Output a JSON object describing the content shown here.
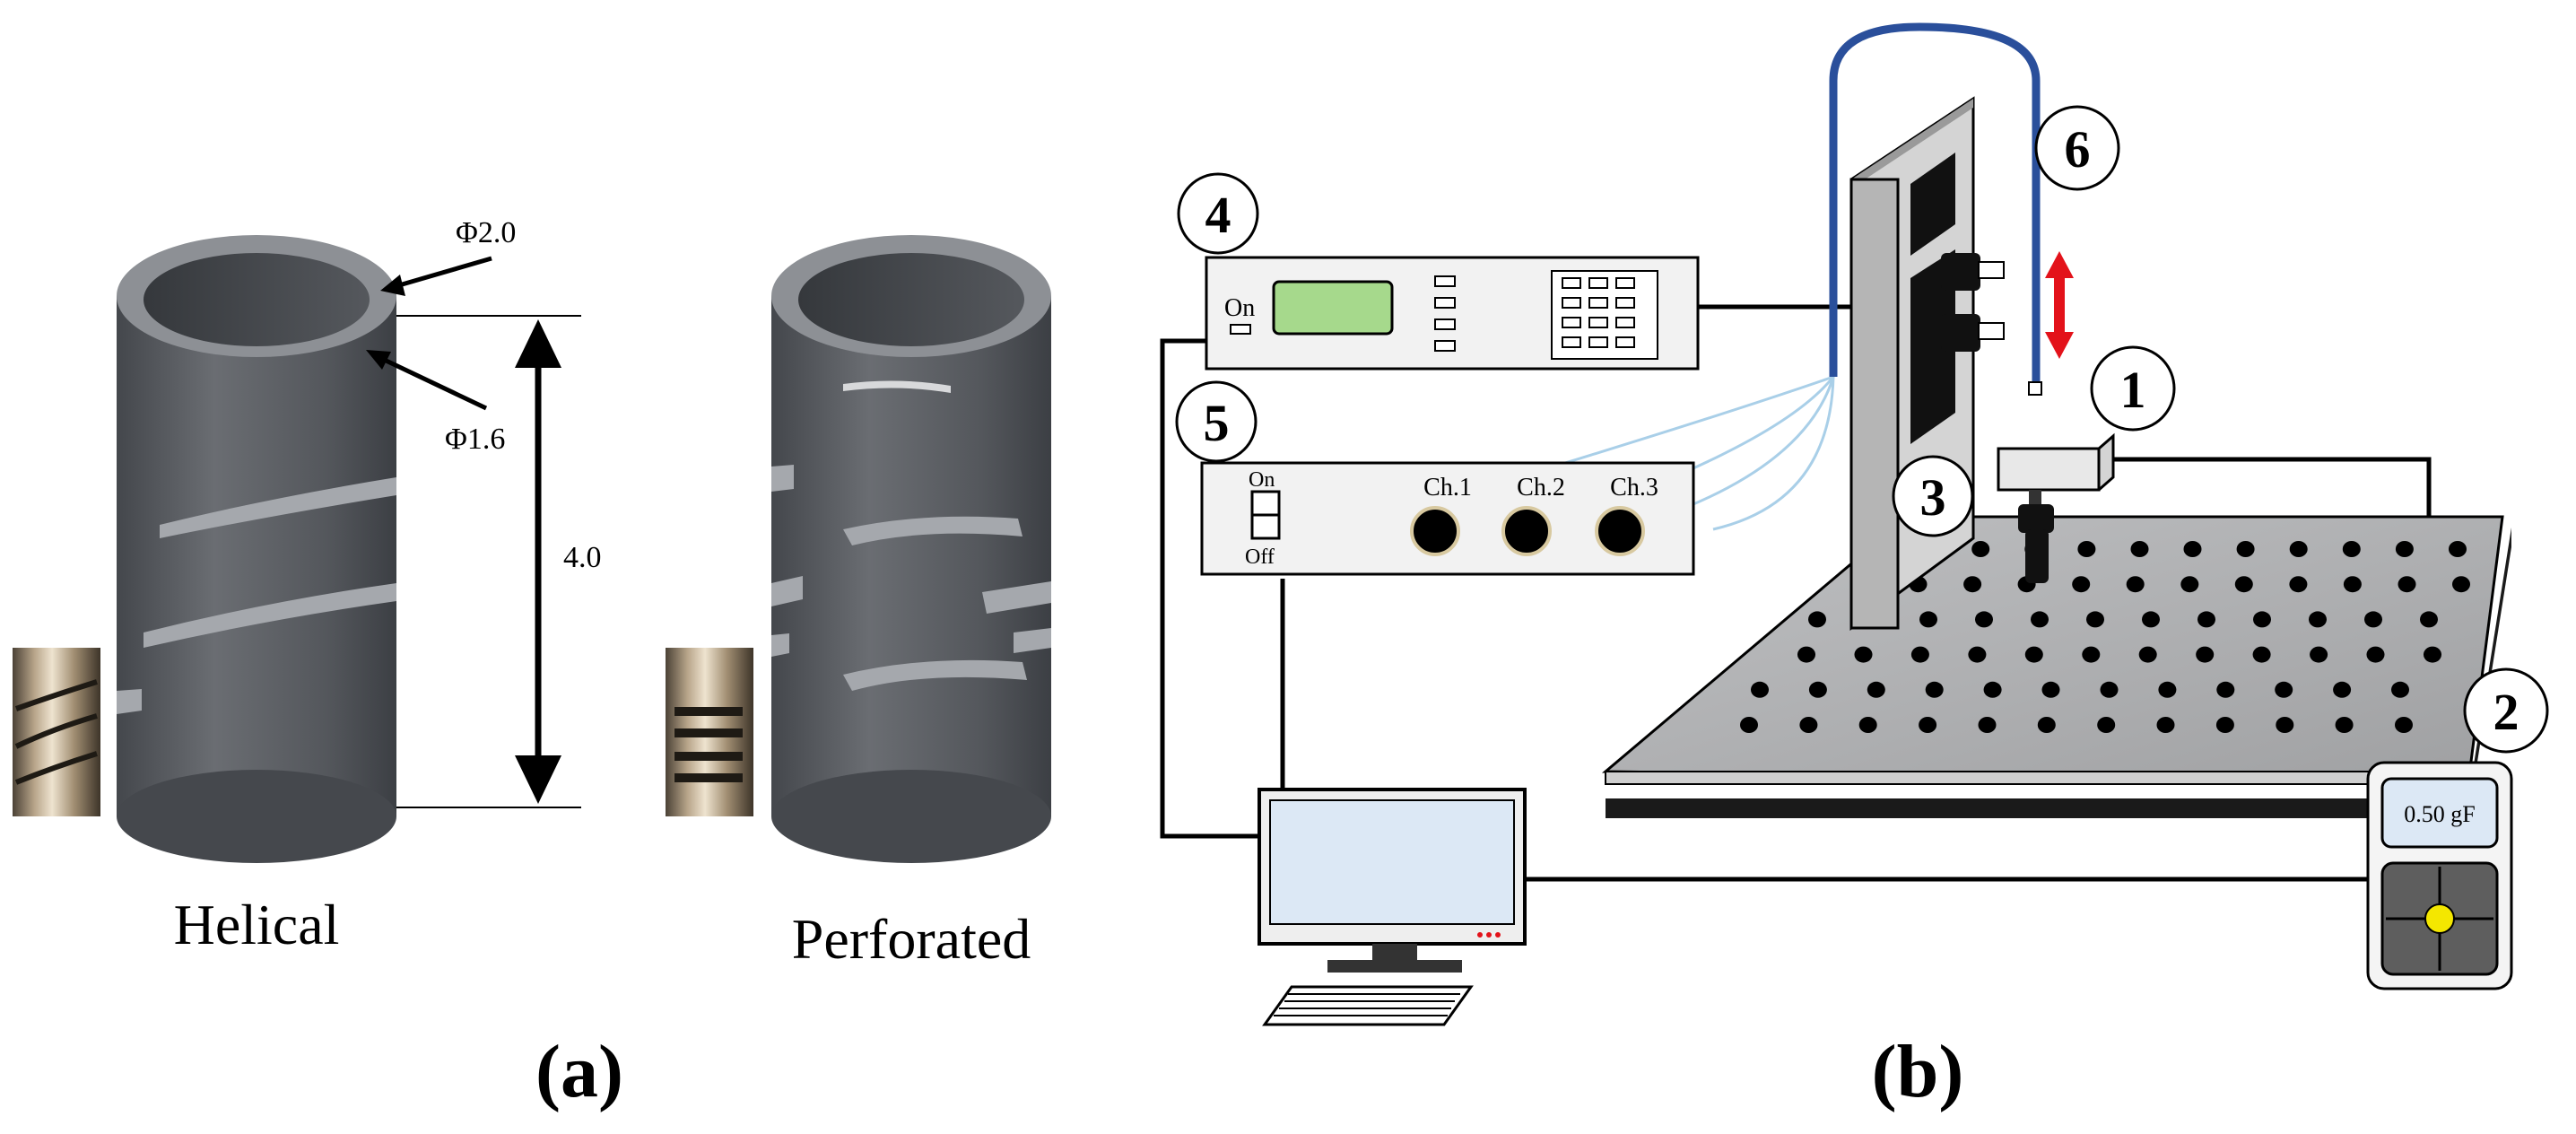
{
  "panel_a": {
    "dim_outer": "Φ2.0",
    "dim_inner": "Φ1.6",
    "dim_length": "4.0",
    "label_helical": "Helical",
    "label_perforated": "Perforated",
    "caption": "(a)"
  },
  "panel_b": {
    "caption": "(b)",
    "markers": [
      "1",
      "2",
      "3",
      "4",
      "5",
      "6"
    ],
    "controller_on": "On",
    "switch_on": "On",
    "switch_off": "Off",
    "channels": [
      "Ch.1",
      "Ch.2",
      "Ch.3"
    ],
    "force_readout": "0.50 gF"
  },
  "colors": {
    "tube_body": "#5b5e63",
    "tube_rim": "#8d9095",
    "fiber_blue": "#2a4f9b",
    "lcd_green": "#a6d98c",
    "monitor_screen": "#dce8f5",
    "arrow_red": "#e3121a",
    "knob_yellow": "#f4e700"
  }
}
